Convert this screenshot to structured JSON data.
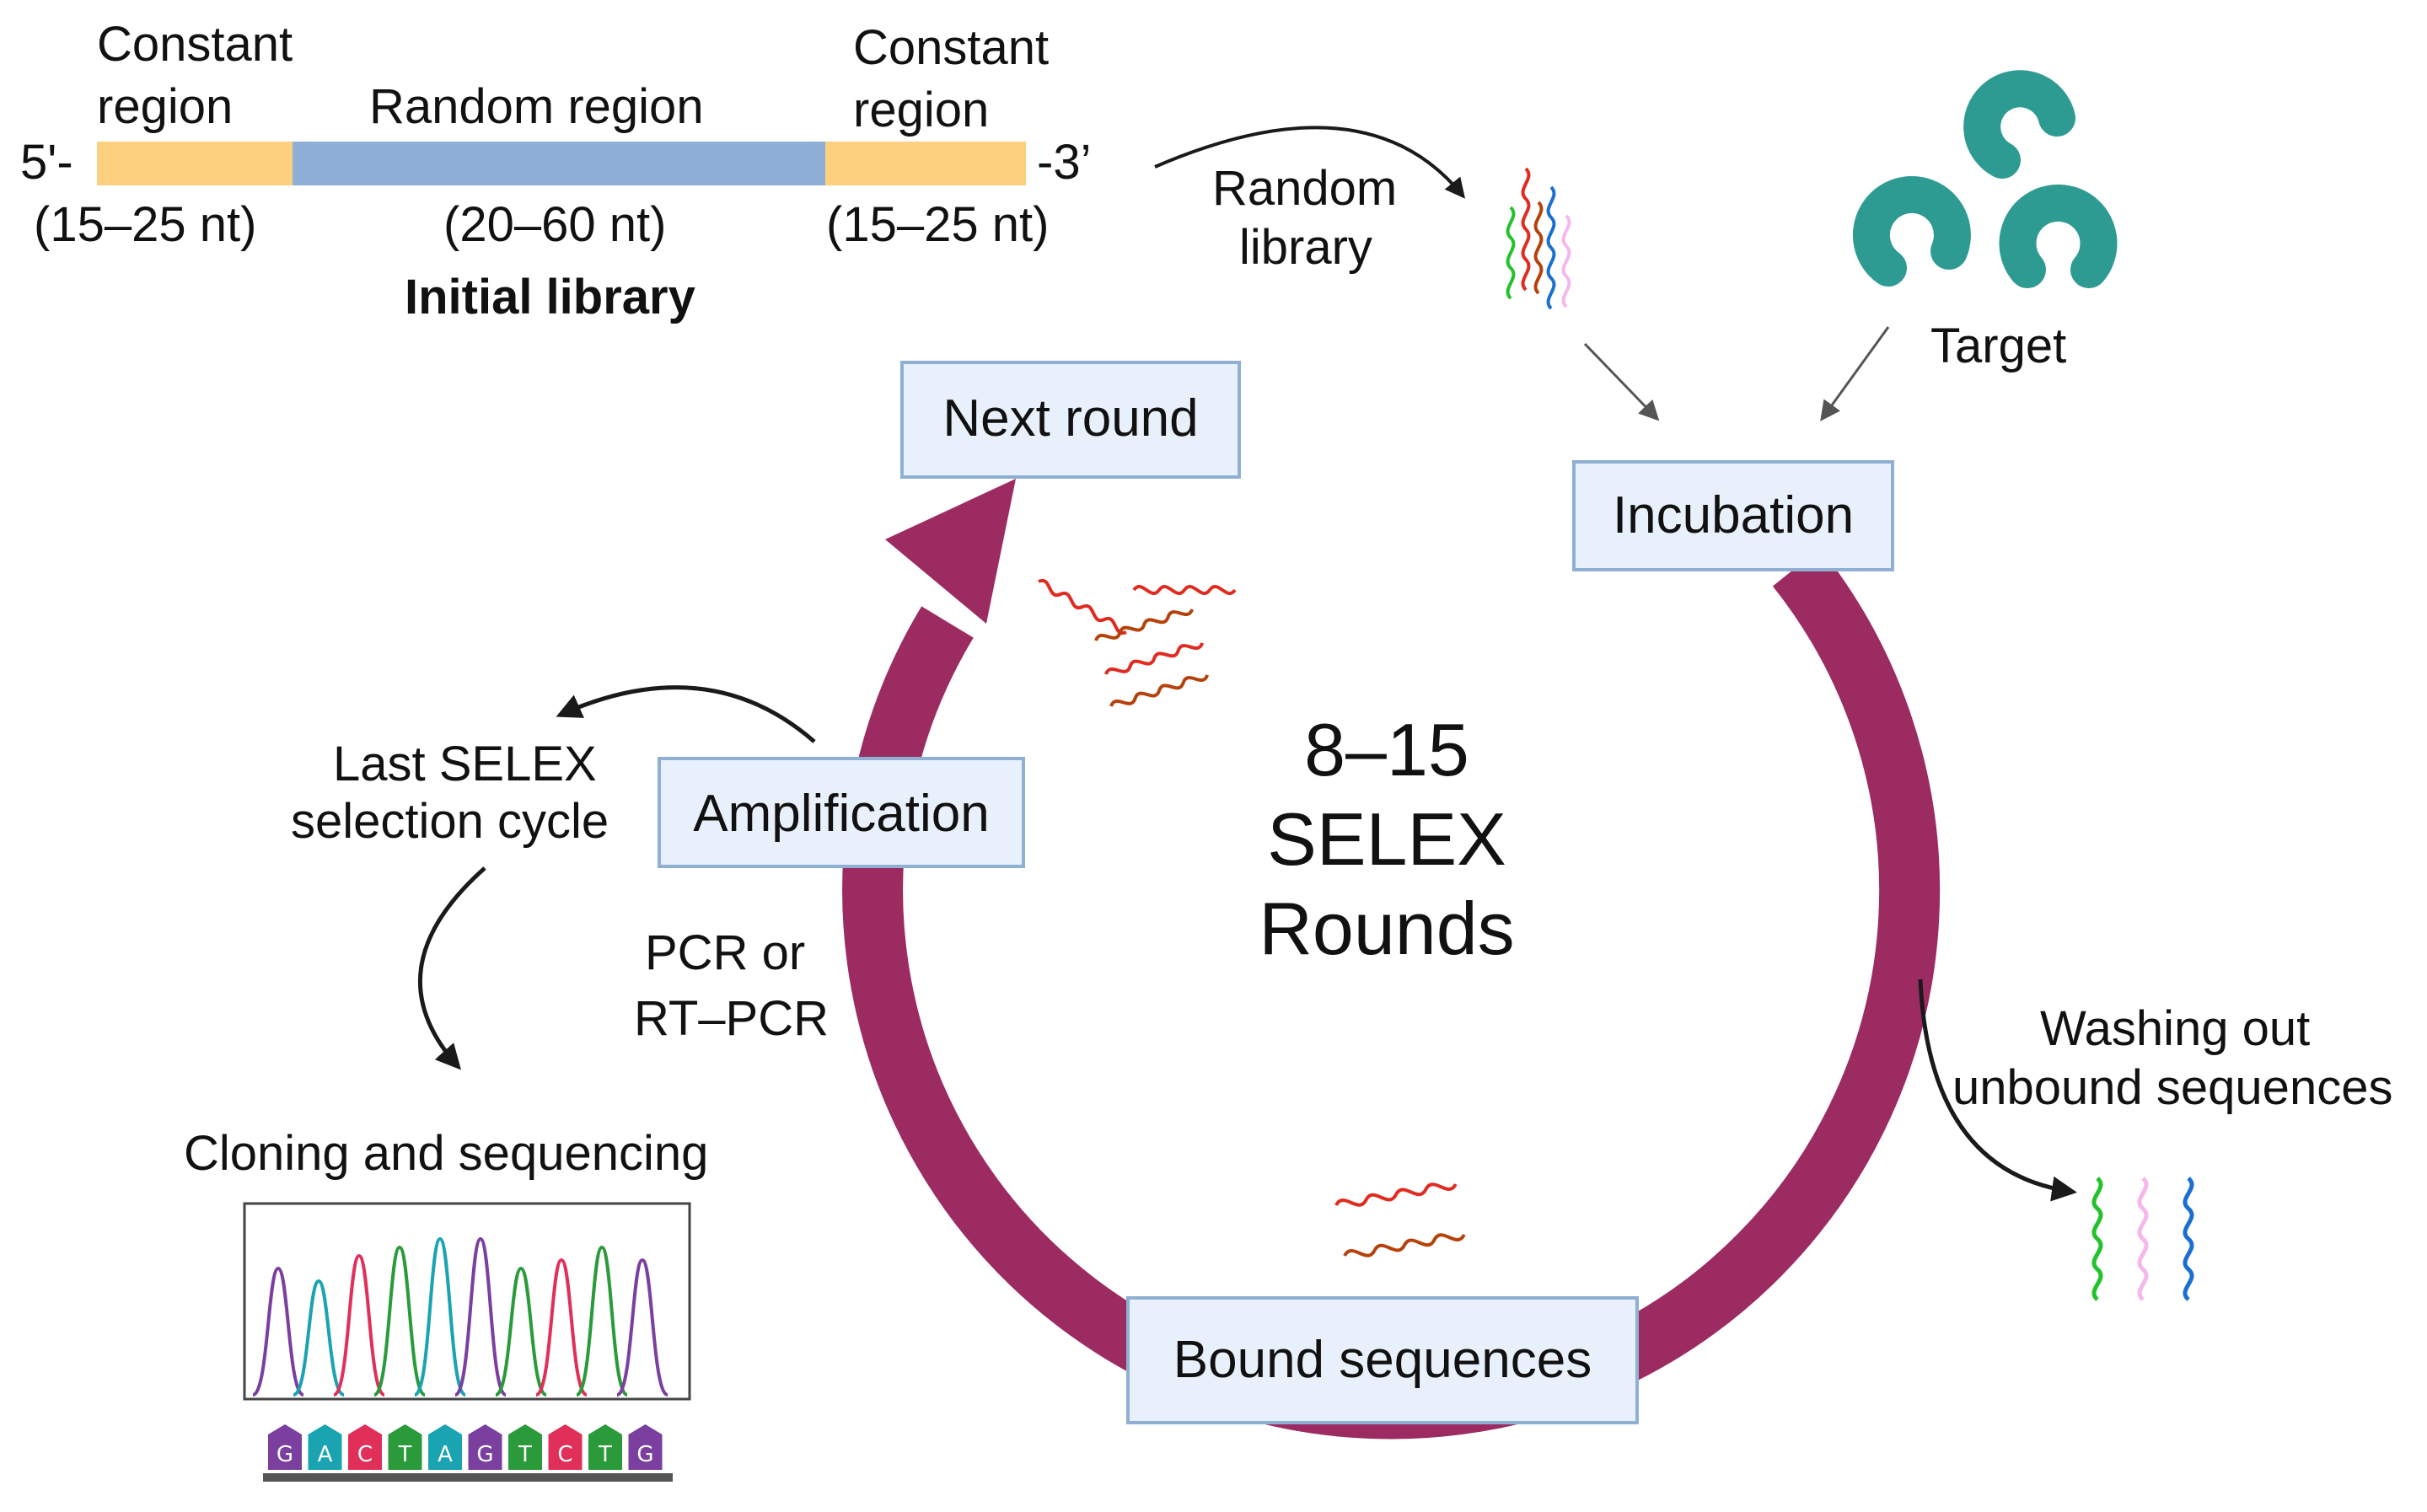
{
  "library": {
    "five_prime": "5'-",
    "three_prime": "-3’",
    "left_constant_line1": "Constant",
    "left_constant_line2": "region",
    "left_constant_len": "(15–25 nt)",
    "random_region": "Random region",
    "random_len": "(20–60 nt)",
    "right_constant_line1": "Constant",
    "right_constant_line2": "region",
    "right_constant_len": "(15–25 nt)",
    "title": "Initial library"
  },
  "random_library": {
    "line1": "Random",
    "line2": "library"
  },
  "target": "Target",
  "boxes": {
    "next_round": "Next round",
    "incubation": "Incubation",
    "amplification": "Amplification",
    "bound": "Bound sequences"
  },
  "center": {
    "line1": "8–15",
    "line2": "SELEX",
    "line3": "Rounds"
  },
  "pcr": {
    "line1": "PCR or",
    "line2": "RT–PCR"
  },
  "last_cycle": {
    "line1": "Last SELEX",
    "line2": "selection cycle"
  },
  "cloning": "Cloning and sequencing",
  "washing": {
    "line1": "Washing out",
    "line2": "unbound sequences"
  },
  "sequence_bases": [
    "G",
    "A",
    "C",
    "T",
    "A",
    "G",
    "T",
    "C",
    "T",
    "G"
  ],
  "colors": {
    "cycle": "#9c2b62",
    "constant": "#fdd080",
    "random": "#8eaed6",
    "box_fill": "#e8f1fb",
    "box_stroke": "#8fb0d3",
    "target": "#2e9b93",
    "red": "#e02b20",
    "brown": "#b5420a",
    "green": "#22c22a",
    "blue": "#1a6fd0",
    "pink": "#f4b8ec"
  }
}
